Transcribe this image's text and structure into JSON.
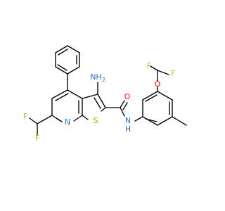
{
  "colors": {
    "bond": "#000000",
    "F": "#9acd32",
    "O": "#ff0d0d",
    "N": "#2f6fd0",
    "S": "#b8a800",
    "C": "#000000"
  },
  "atoms": [
    {
      "id": "NH2",
      "text": "NH",
      "sub": "2",
      "color": "N"
    },
    {
      "id": "F1",
      "text": "F",
      "color": "F"
    },
    {
      "id": "F2",
      "text": "F",
      "color": "F"
    },
    {
      "id": "O",
      "text": "O",
      "color": "O"
    },
    {
      "id": "F3",
      "text": "F",
      "color": "F"
    },
    {
      "id": "F4",
      "text": "F",
      "color": "F"
    },
    {
      "id": "Npy",
      "text": "N",
      "color": "N"
    },
    {
      "id": "S",
      "text": "S",
      "color": "S"
    },
    {
      "id": "NH",
      "text": "N",
      "color": "N"
    },
    {
      "id": "H",
      "text": "H",
      "color": "N"
    },
    {
      "id": "O2",
      "text": "O",
      "color": "O"
    }
  ]
}
